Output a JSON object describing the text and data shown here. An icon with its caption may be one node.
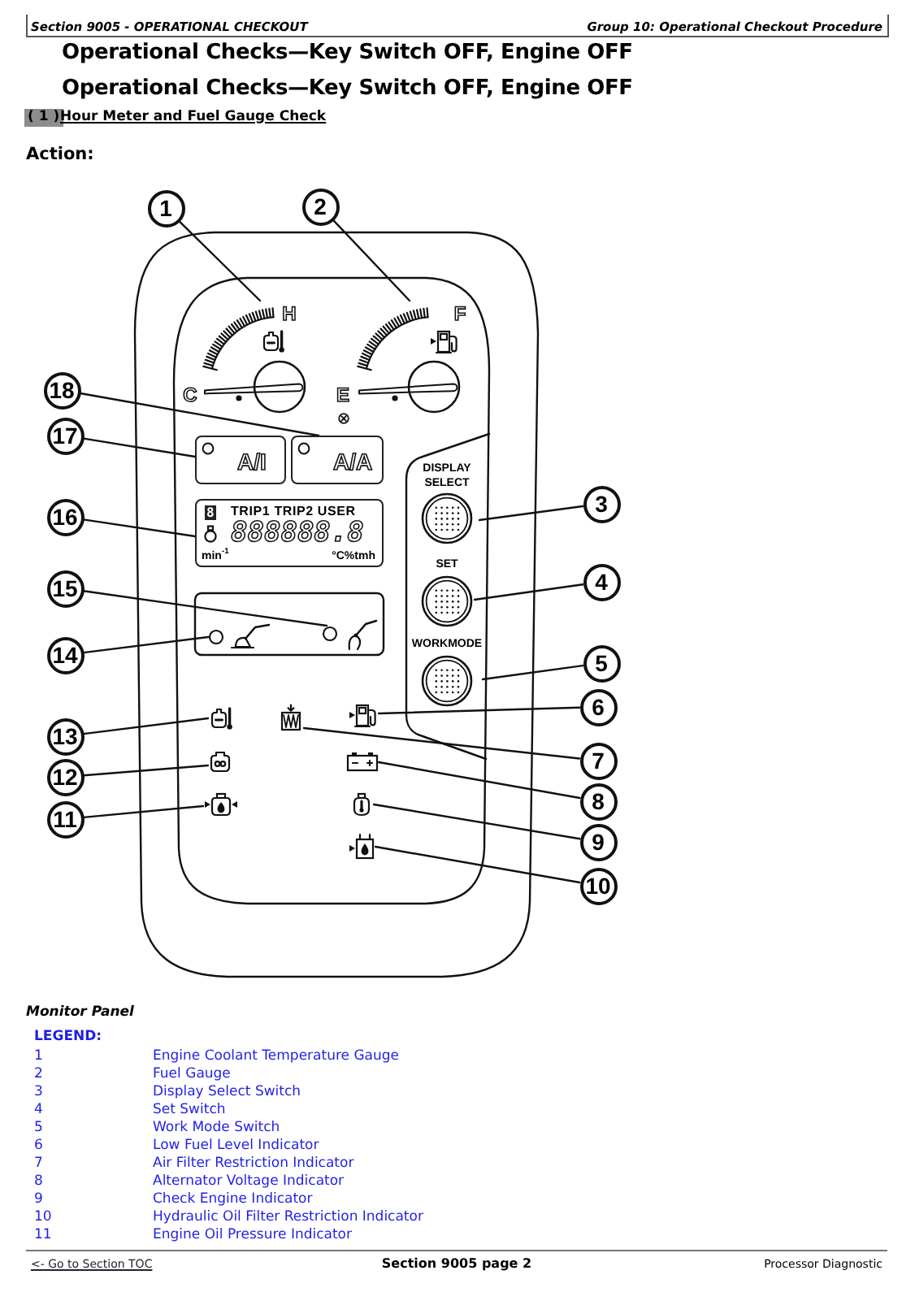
{
  "diagram": {
    "title": "Operational Checks—Key Switch OFF, Engine OFF",
    "caption": "Monitor Panel",
    "nodes": [
      {
        "text": [
          "1"
        ]
      },
      {
        "text": [
          "2"
        ]
      },
      {
        "text": [
          "H",
          "C"
        ]
      },
      {
        "text": [
          "F",
          "E"
        ]
      },
      {
        "text": [
          "18"
        ]
      },
      {
        "text": [
          "17"
        ]
      },
      {
        "text": [
          "A/I"
        ]
      },
      {
        "text": [
          "A/A"
        ]
      },
      {
        "text": [
          "DISPLAY SELECT"
        ]
      },
      {
        "text": [
          "3"
        ]
      },
      {
        "text": [
          "16"
        ]
      },
      {
        "text": [
          "8",
          "TRIP1 TRIP2 USER",
          "888888.8",
          "min$^{-1}$",
          "°C%tmh"
        ]
      },
      {
        "text": [
          "SET"
        ]
      },
      {
        "text": [
          "4"
        ]
      },
      {
        "text": [
          "15"
        ]
      },
      {
        "text": [
          "WORKMODE"
        ]
      },
      {
        "text": [
          "5"
        ]
      },
      {
        "text": [
          "14"
        ]
      },
      {
        "text": [],
        "shape": "circle"
      },
      {
        "text": [],
        "shape": "circle"
      },
      {
        "text": [
          "6"
        ]
      },
      {
        "text": [
          "13"
        ]
      },
      {
        "text": [],
        "shape": "picture"
      },
      {
        "text": [],
        "shape": "picture"
      },
      {
        "text": [],
        "shape": "picture"
      },
      {
        "text": [
          "7"
        ]
      },
      {
        "text": [
          "12"
        ]
      },
      {
        "text": [],
        "shape": "picture"
      },
      {
        "text": [],
        "shape": "picture"
      },
      {
        "text": [
          "8"
        ]
      },
      {
        "text": [
          "11"
        ]
      },
      {
        "text": [],
        "shape": "picture"
      },
      {
        "text": [],
        "shape": "picture"
      },
      {
        "text": [
          "9"
        ]
      },
      {
        "text": [],
        "shape": "picture"
      },
      {
        "text": [
          "10"
        ]
      }
    ],
    "edges": [
      {
        "from": 0,
        "to": 2,
        "arrow": "none"
      },
      {
        "from": 1,
        "to": 3,
        "arrow": "none"
      },
      {
        "from": 4,
        "to": 7,
        "arrow": "none"
      },
      {
        "from": 5,
        "to": 6,
        "arrow": "none"
      },
      {
        "from": 9,
        "to": 8,
        "arrow": "none"
      },
      {
        "from": 10,
        "to": 11,
        "arrow": "none"
      },
      {
        "from": 13,
        "to": 12,
        "arrow": "none"
      },
      {
        "from": 14,
        "to": 19,
        "arrow": "none"
      },
      {
        "from": 16,
        "to": 15,
        "arrow": "none"
      },
      {
        "from": 17,
        "to": 18,
        "arrow": "none"
      },
      {
        "from": 20,
        "to": 24,
        "arrow": "none"
      },
      {
        "from": 21,
        "to": 22,
        "arrow": "none"
      },
      {
        "from": 25,
        "to": 23,
        "arrow": "none"
      },
      {
        "from": 26,
        "to": 27,
        "arrow": "none"
      },
      {
        "from": 29,
        "to": 28,
        "arrow": "none"
      },
      {
        "from": 30,
        "to": 31,
        "arrow": "none"
      },
      {
        "from": 33,
        "to": 32,
        "arrow": "none"
      },
      {
        "from": 35,
        "to": 34,
        "arrow": "none"
      }
    ],
    "labels": [
      "Section 9005 - OPERATIONAL CHECKOUT",
      "Group 10: Operational Checkout Procedure",
      "Operational Checks—Key Switch OFF, Engine OFF",
      "( 1 )",
      "Hour Meter and Fuel Gauge Check",
      "Action:",
      "LEGEND:",
      "1",
      "Engine Coolant Temperature Gauge",
      "2",
      "Fuel Gauge",
      "3",
      "Display Select Switch",
      "4",
      "Set Switch",
      "5",
      "Work Mode Switch",
      "6",
      "Low Fuel Level Indicator",
      "7",
      "Air Filter Restriction Indicator",
      "8",
      "Alternator Voltage Indicator",
      "9",
      "Check Engine Indicator",
      "10",
      "Hydraulic Oil Filter Restriction Indicator",
      "11",
      "Engine Oil Pressure Indicator",
      "<- Go to Section TOC",
      "Section 9005 page 2",
      "Processor Diagnostic"
    ]
  }
}
